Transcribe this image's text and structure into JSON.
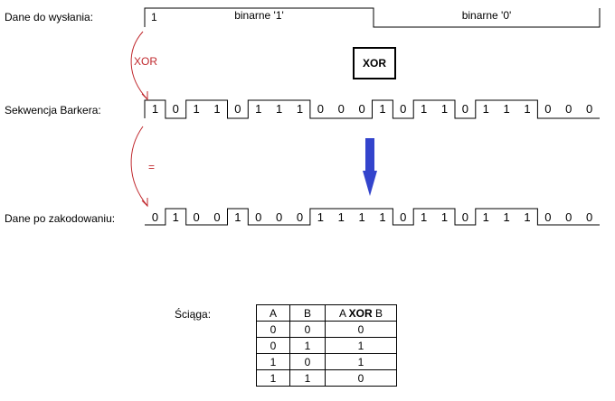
{
  "top": {
    "label": "Dane do wysłania:",
    "first_bit": "1",
    "segment1": "binarne '1'",
    "segment2": "binarne '0'"
  },
  "arrows": {
    "xor_label": "XOR",
    "eq_label": "="
  },
  "xor_box": "XOR",
  "barker": {
    "label": "Sekwencja Barkera:",
    "bits": [
      "1",
      "0",
      "1",
      "1",
      "0",
      "1",
      "1",
      "1",
      "0",
      "0",
      "0",
      "1",
      "0",
      "1",
      "1",
      "0",
      "1",
      "1",
      "1",
      "0",
      "0",
      "0"
    ]
  },
  "encoded": {
    "label": "Dane po zakodowaniu:",
    "bits": [
      "0",
      "1",
      "0",
      "0",
      "1",
      "0",
      "0",
      "0",
      "1",
      "1",
      "1",
      "1",
      "0",
      "1",
      "1",
      "0",
      "1",
      "1",
      "1",
      "0",
      "0",
      "0"
    ]
  },
  "cheat": {
    "label": "Ściąga:",
    "headers": [
      "A",
      "B",
      "A ",
      "XOR",
      " B"
    ],
    "rows": [
      [
        "0",
        "0",
        "0"
      ],
      [
        "0",
        "1",
        "1"
      ],
      [
        "1",
        "0",
        "1"
      ],
      [
        "1",
        "1",
        "0"
      ]
    ]
  },
  "colors": {
    "red_arrow": "#c0282d",
    "blue_arrow": "#3344cc"
  }
}
